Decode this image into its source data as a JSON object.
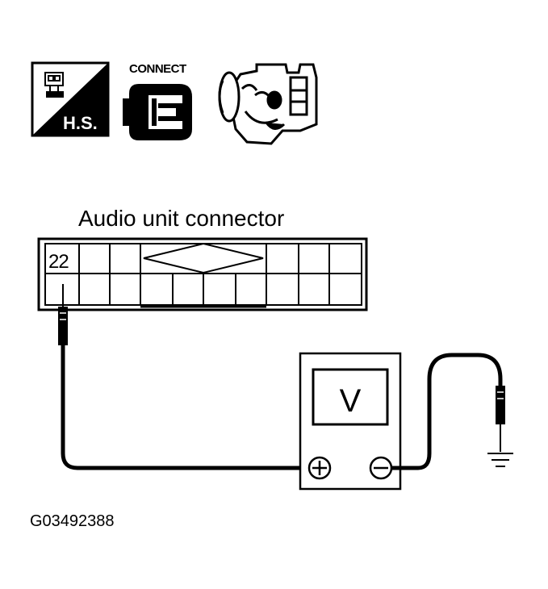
{
  "icons": {
    "hs_label": "H.S.",
    "connect_label": "CONNECT"
  },
  "connector": {
    "title": "Audio unit connector",
    "terminal": "22"
  },
  "meter": {
    "symbol": "V",
    "plus_label": "+",
    "minus_label": "−"
  },
  "figure_id": "G03492388"
}
